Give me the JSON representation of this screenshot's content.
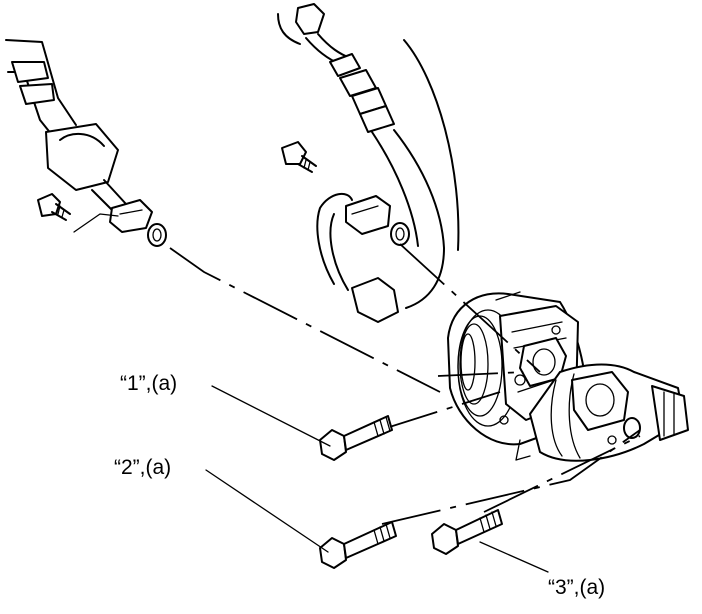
{
  "callouts": [
    {
      "id": "bolt-1",
      "text": "“1”,(a)"
    },
    {
      "id": "bolt-2",
      "text": "“2”,(a)"
    },
    {
      "id": "bolt-3",
      "text": "“3”,(a)"
    }
  ],
  "colors": {
    "line": "#000000",
    "background": "#ffffff"
  }
}
